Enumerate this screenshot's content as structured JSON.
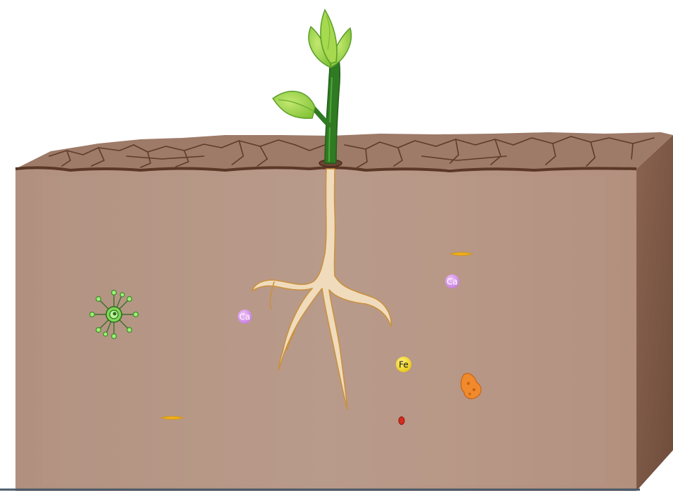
{
  "scene": {
    "subject": "plant-root-in-soil",
    "colors": {
      "soil_front": "#b38f7e",
      "soil_front_light": "#bb9a8a",
      "soil_side": "#7b5745",
      "soil_top": "#9c7765",
      "soil_crack": "#5e3b2a",
      "stem": "#2f7a22",
      "stem_light": "#3f9a2d",
      "leaf": "#8fcf3e",
      "leaf_light": "#b5e060",
      "root": "#f0dcbc",
      "root_outline": "#c9913f",
      "calcium": "#d38be6",
      "iron": "#f2d51a",
      "microbe": "#6fd04a",
      "dash": "#f2b21a",
      "red_particle": "#d62b1c",
      "orange_particle": "#f08a2c",
      "base_line": "#4a5a6a"
    }
  },
  "particles": {
    "calcium_left": "Ca",
    "calcium_right": "Ca",
    "iron": "Fe"
  }
}
